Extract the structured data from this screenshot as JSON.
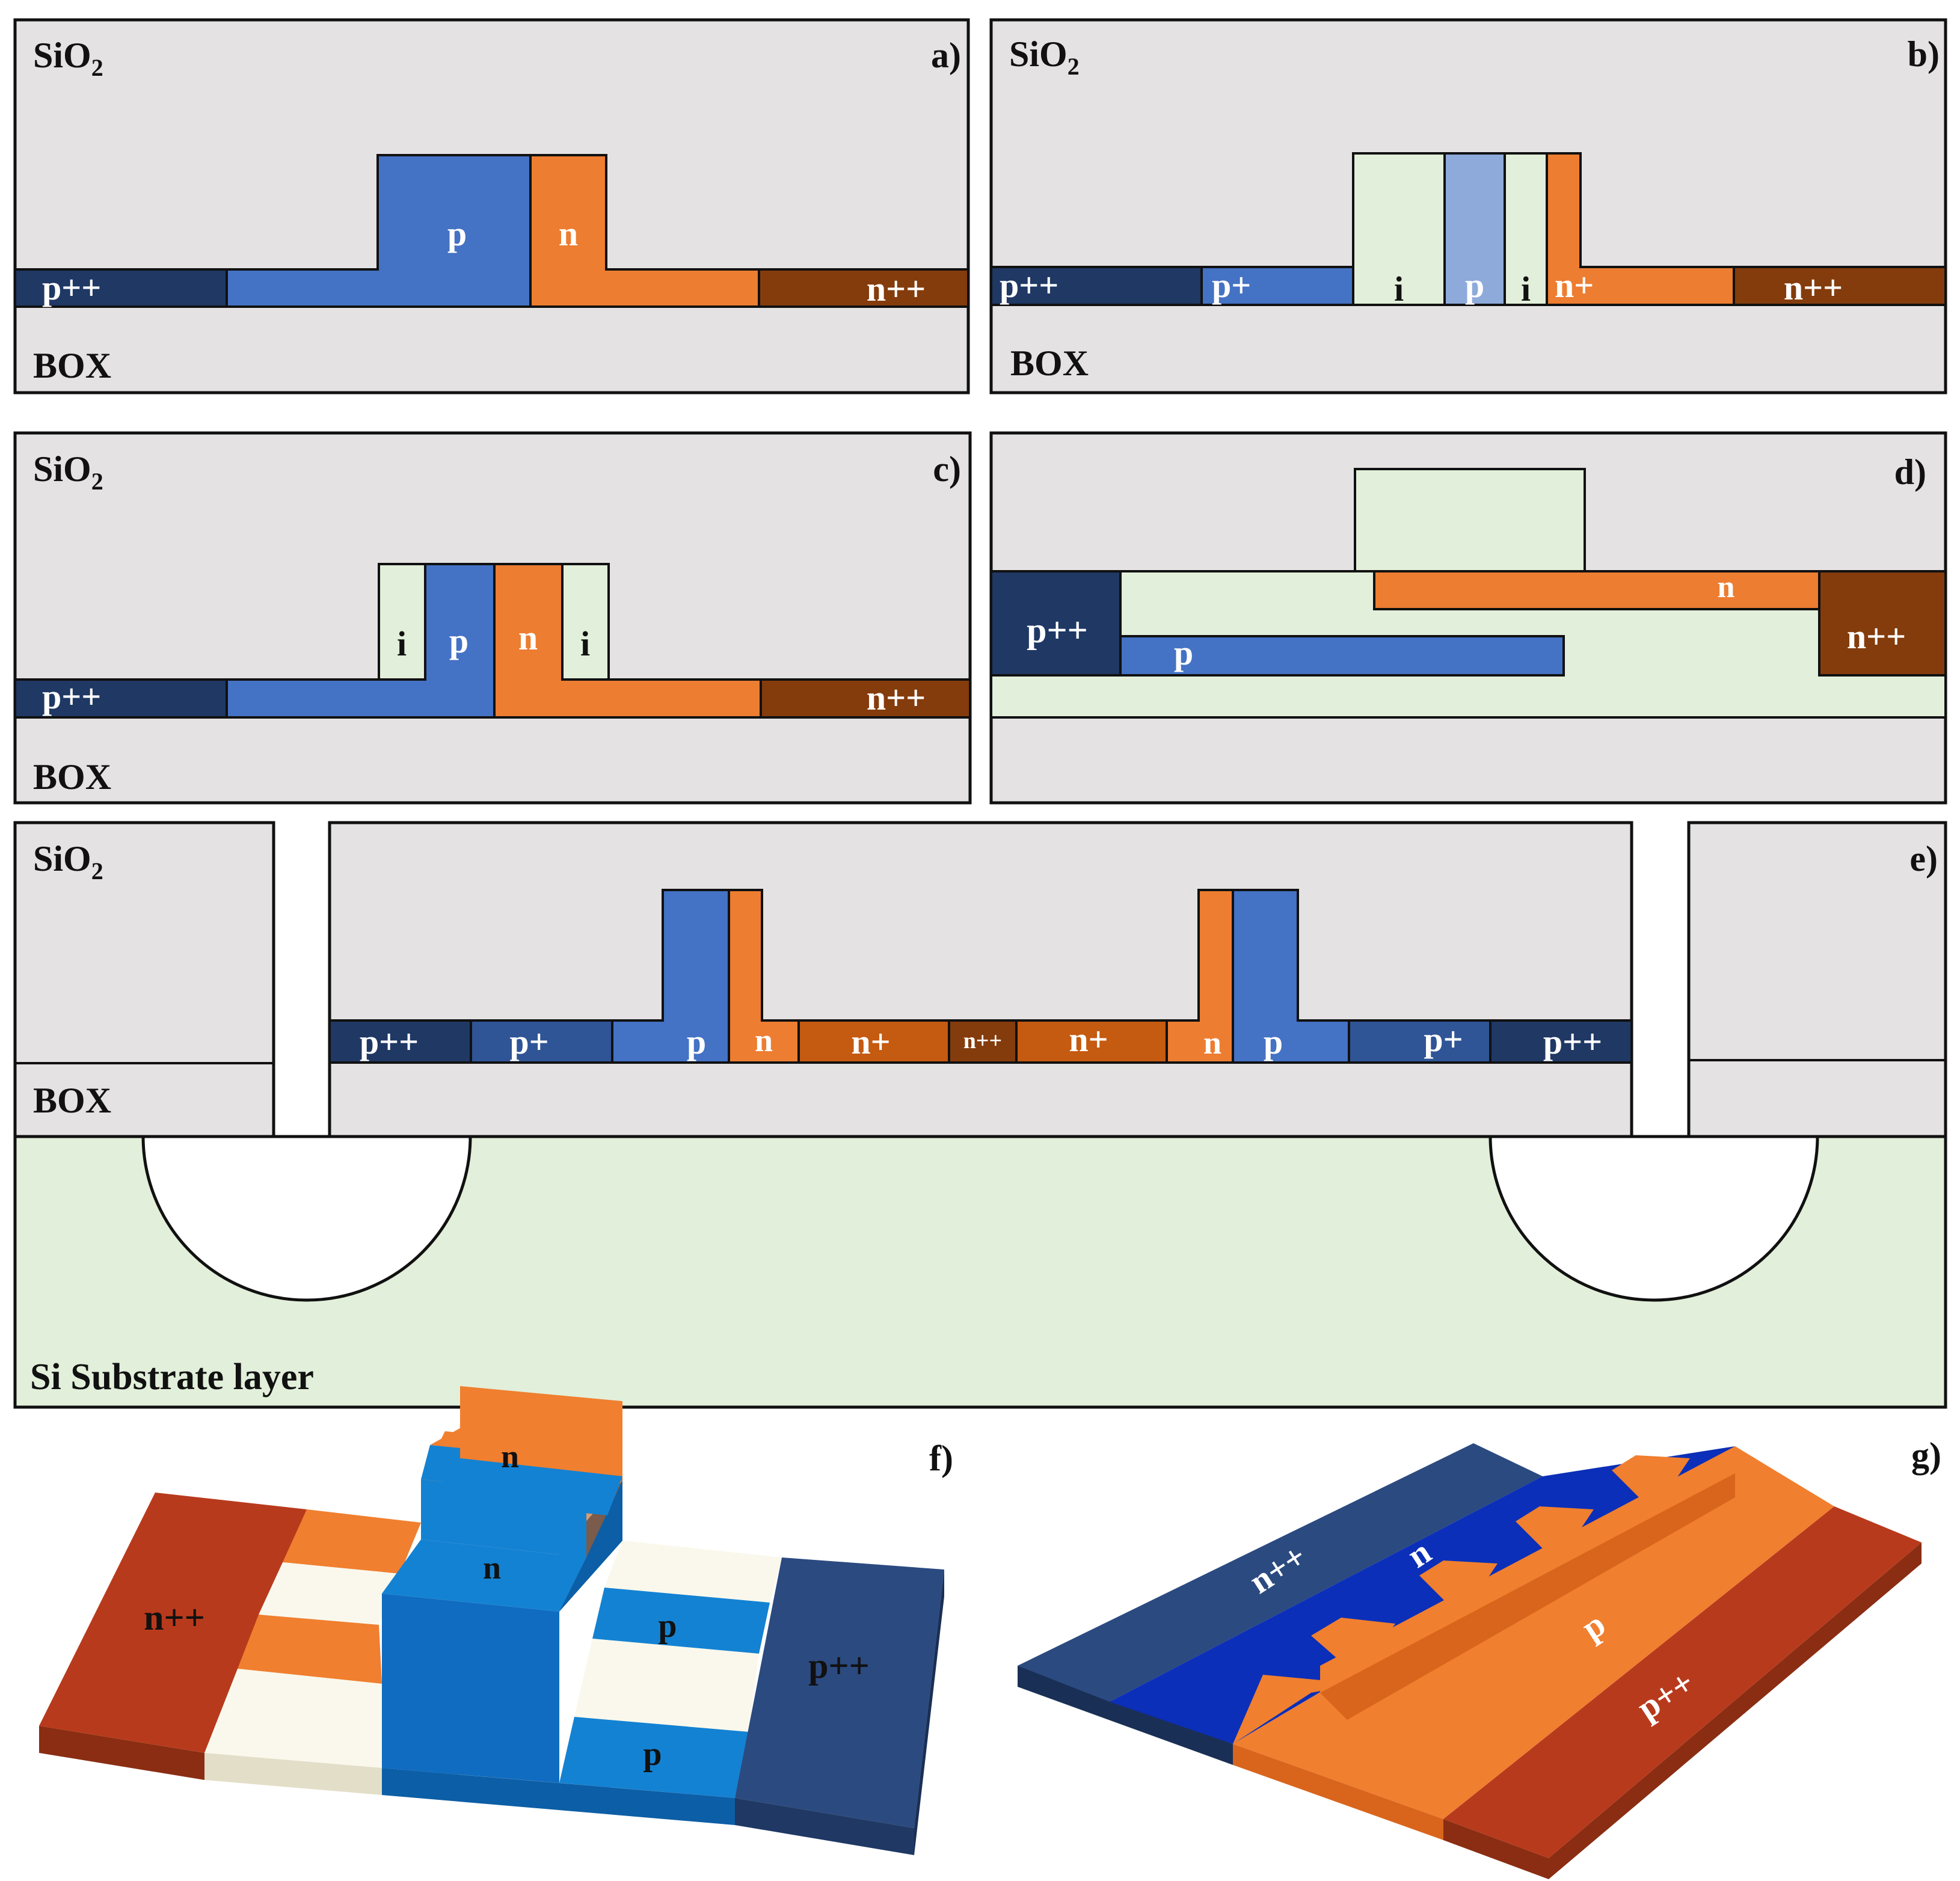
{
  "colors": {
    "sio2": "#e4e2e3",
    "outline": "#111111",
    "p_plus_plus": "#1f3864",
    "p_plus": "#2f5597",
    "p": "#4472c4",
    "p_light": "#8eaadb",
    "n": "#ed7d31",
    "n_plus": "#c55a11",
    "n_plus_plus": "#843c0c",
    "intrinsic": "#e2efda",
    "substrate": "#e2efda",
    "white": "#ffffff",
    "label_dark": "#111111",
    "label_light": "#ffffff"
  },
  "panels": {
    "a": {
      "tag": "a)",
      "oxide": "SiO",
      "oxide_sub": "2",
      "box": "BOX",
      "regions": {
        "pp": "p++",
        "p": "p",
        "n": "n",
        "nn": "n++"
      }
    },
    "b": {
      "tag": "b)",
      "oxide": "SiO",
      "oxide_sub": "2",
      "box": "BOX",
      "regions": {
        "pp": "p++",
        "p_plus": "p+",
        "i1": "i",
        "p": "p",
        "i2": "i",
        "n_plus": "n+",
        "nn": "n++"
      }
    },
    "c": {
      "tag": "c)",
      "oxide": "SiO",
      "oxide_sub": "2",
      "box": "BOX",
      "regions": {
        "pp": "p++",
        "i1": "i",
        "p": "p",
        "n": "n",
        "i2": "i",
        "nn": "n++"
      }
    },
    "d": {
      "tag": "d)",
      "regions": {
        "pp": "p++",
        "p": "p",
        "n": "n",
        "nn": "n++"
      }
    },
    "e": {
      "tag": "e)",
      "oxide": "SiO",
      "oxide_sub": "2",
      "box": "BOX",
      "substrate": "Si Substrate layer",
      "regions": {
        "pp_left": "p++",
        "p_plus_left": "p+",
        "p_left": "p",
        "n_left": "n",
        "n_plus_left": "n+",
        "nn_center": "n++",
        "n_plus_right": "n+",
        "n_right": "n",
        "p_right": "p",
        "p_plus_right": "p+",
        "pp_right": "p++"
      }
    },
    "f": {
      "tag": "f)",
      "regions": {
        "nn": "n++",
        "n_top": "n",
        "n_mid": "n",
        "p_mid": "p",
        "p_low": "p",
        "pp": "p++"
      }
    },
    "g": {
      "tag": "g)",
      "regions": {
        "nn": "n++",
        "n": "n",
        "p": "p",
        "pp": "p++"
      }
    }
  }
}
